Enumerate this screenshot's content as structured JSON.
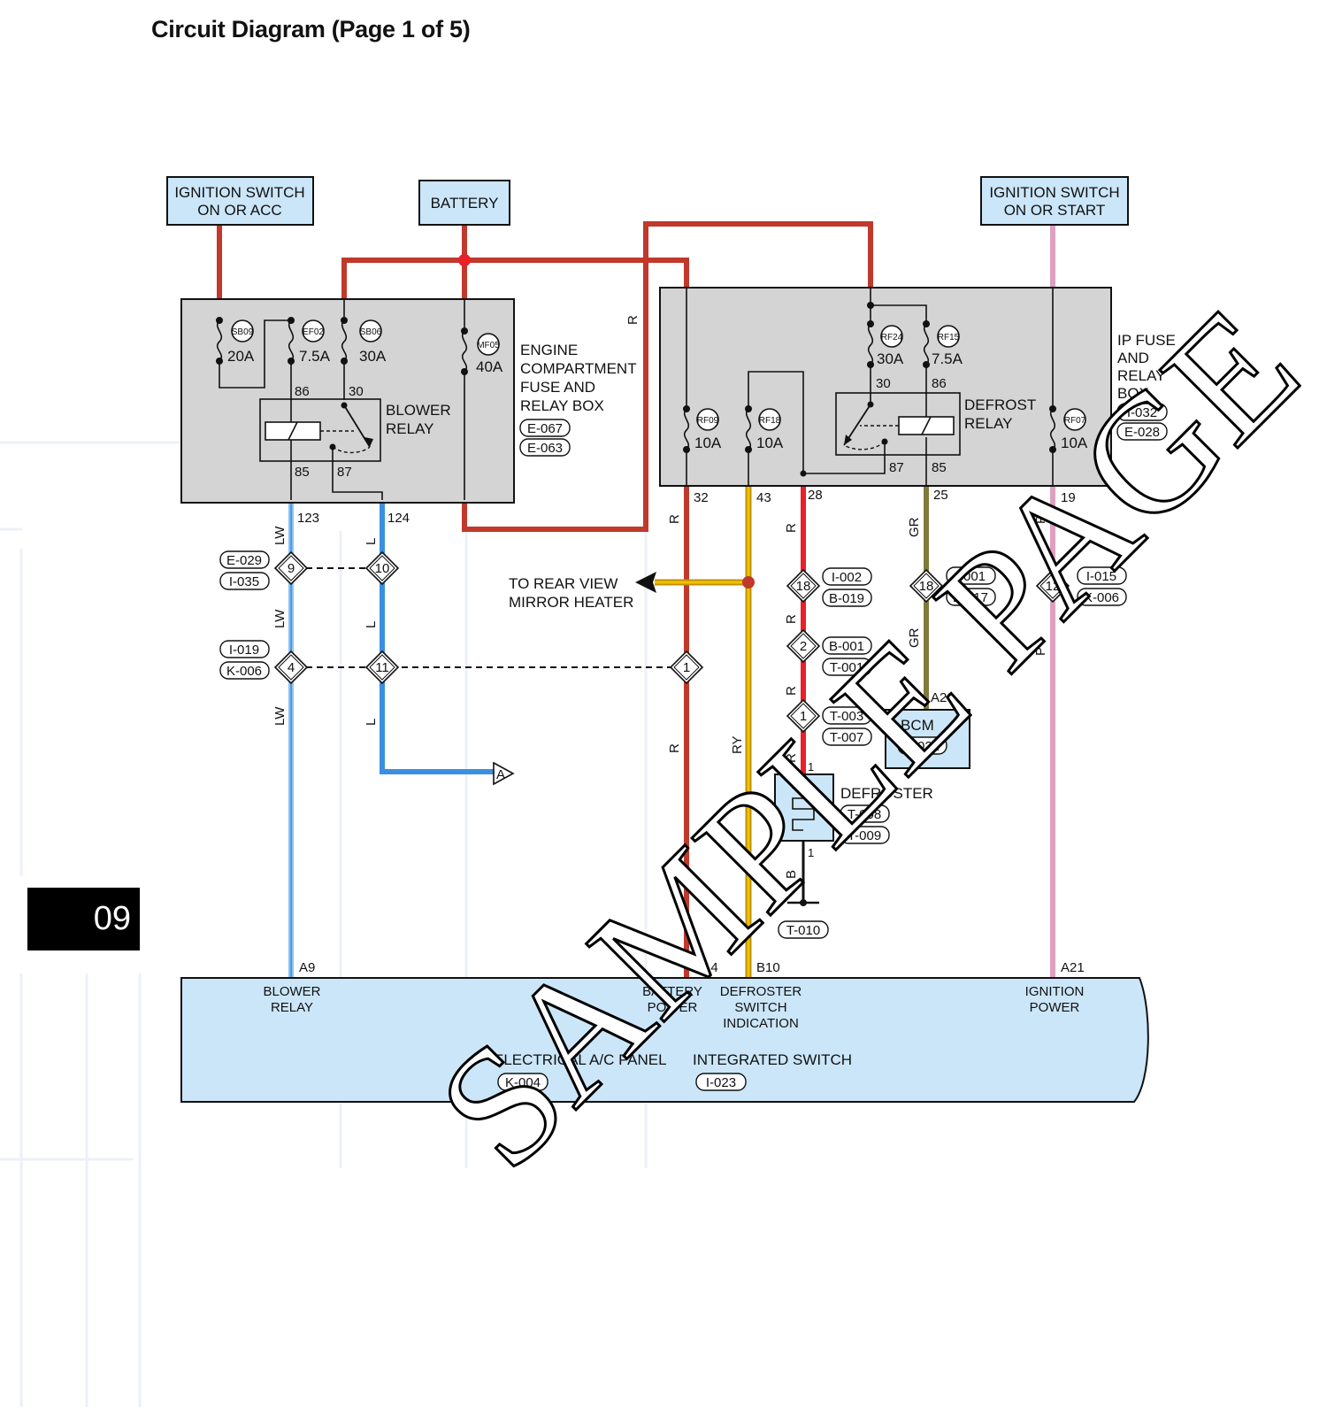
{
  "page": {
    "title": "Circuit Diagram (Page 1 of 5)",
    "section_tab": "09",
    "watermark": "SAMPLE PAGE"
  },
  "colors": {
    "red_wire": "#c0392b",
    "bright_red_wire": "#e8202a",
    "blue_wire": "#3a8fe0",
    "light_blue_wire": "#8fc3ec",
    "yellow_wire": "#f2c200",
    "olive_wire": "#7f7a3a",
    "pink_wire": "#dda0c0",
    "box_fill": "#d4d4d4",
    "label_fill": "#cbe6f8"
  },
  "sources": {
    "ign_acc": [
      "IGNITION SWITCH",
      "ON OR ACC"
    ],
    "battery": "BATTERY",
    "ign_start": [
      "IGNITION SWITCH",
      "ON OR START"
    ]
  },
  "engine_box": {
    "label": [
      "ENGINE",
      "COMPARTMENT",
      "FUSE AND",
      "RELAY BOX"
    ],
    "connectors": [
      "E-067",
      "E-063"
    ],
    "fuses": [
      {
        "id": "SB09",
        "rating": "20A"
      },
      {
        "id": "EF02",
        "rating": "7.5A"
      },
      {
        "id": "SB06",
        "rating": "30A"
      },
      {
        "id": "MF05",
        "rating": "40A"
      }
    ],
    "relay": {
      "label": [
        "BLOWER",
        "RELAY"
      ],
      "pins": [
        "86",
        "30",
        "85",
        "87"
      ]
    },
    "outputs": [
      "123",
      "124"
    ]
  },
  "ip_box": {
    "label": [
      "IP FUSE",
      "AND",
      "RELAY",
      "BOX"
    ],
    "connectors": [
      "I-032",
      "E-028"
    ],
    "fuses": [
      {
        "id": "RF09",
        "rating": "10A"
      },
      {
        "id": "RF18",
        "rating": "10A"
      },
      {
        "id": "RF24",
        "rating": "30A"
      },
      {
        "id": "RF15",
        "rating": "7.5A"
      },
      {
        "id": "RF07",
        "rating": "10A"
      }
    ],
    "relay": {
      "label": [
        "DEFROST",
        "RELAY"
      ],
      "pins": [
        "30",
        "86",
        "87",
        "85"
      ]
    },
    "outputs": [
      "32",
      "43",
      "28",
      "25",
      "19"
    ]
  },
  "wire_colors": {
    "lw": "LW",
    "l": "L",
    "r": "R",
    "ry": "RY",
    "gr": "GR",
    "p": "P",
    "b": "B"
  },
  "connectors": {
    "c9": {
      "pin": "9",
      "tags": [
        "E-029",
        "I-035"
      ]
    },
    "c10": {
      "pin": "10"
    },
    "c4": {
      "pin": "4",
      "tags": [
        "I-019",
        "K-006"
      ]
    },
    "c11": {
      "pin": "11"
    },
    "c1a": {
      "pin": "1"
    },
    "c18a": {
      "pin": "18",
      "tags": [
        "I-002",
        "B-019"
      ]
    },
    "c2": {
      "pin": "2",
      "tags": [
        "B-001",
        "T-001"
      ]
    },
    "c1b": {
      "pin": "1",
      "tags": [
        "T-003",
        "T-007"
      ]
    },
    "c18b": {
      "pin": "18",
      "tags": [
        "I-001",
        "B-017"
      ]
    },
    "c12": {
      "pin": "12",
      "tags": [
        "I-015",
        "K-006"
      ]
    }
  },
  "rear_mirror": [
    "TO REAR VIEW",
    "MIRROR HEATER"
  ],
  "offpage": "A",
  "bcm": {
    "label": "BCM",
    "tag": "B-022",
    "pin": "A29"
  },
  "defroster": {
    "label": "DEFROSTER",
    "tags": [
      "T-008",
      "T-009"
    ],
    "pins": [
      "1",
      "1"
    ]
  },
  "ground": "T-010",
  "panel": {
    "pins": [
      "A9",
      "A14",
      "B10",
      "A21"
    ],
    "labels": {
      "blower": [
        "BLOWER",
        "RELAY"
      ],
      "battery": [
        "BATTERY",
        "POWER"
      ],
      "defroster": [
        "DEFROSTER",
        "SWITCH",
        "INDICATION"
      ],
      "ignition": [
        "IGNITION",
        "POWER"
      ]
    },
    "title_left": "ELECTRICAL A/C PANEL",
    "tag_left": "K-004",
    "title_right": "INTEGRATED SWITCH",
    "tag_right": "I-023"
  }
}
